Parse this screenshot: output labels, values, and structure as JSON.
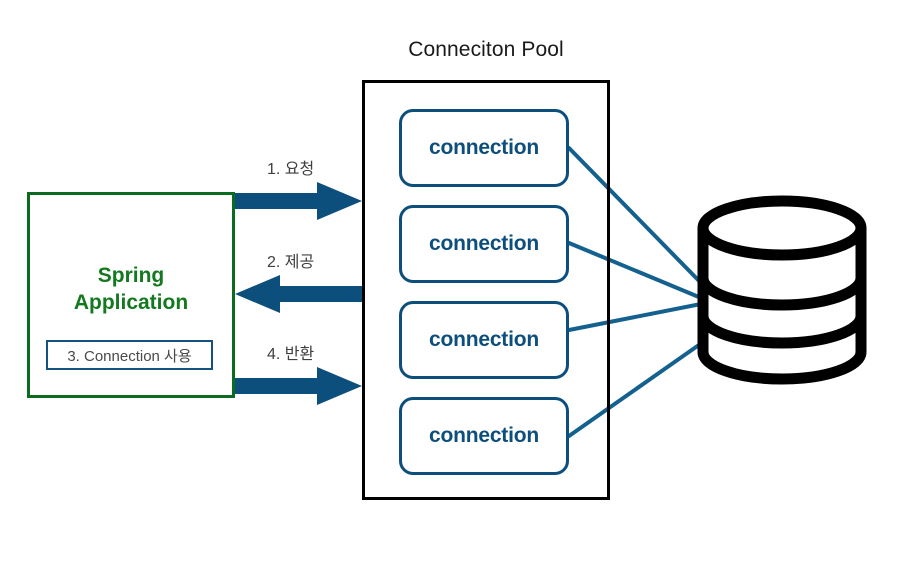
{
  "diagram": {
    "title": "Conneciton Pool",
    "pool": {
      "label": "Conneciton Pool",
      "connections": [
        {
          "label": "connection"
        },
        {
          "label": "connection"
        },
        {
          "label": "connection"
        },
        {
          "label": "connection"
        }
      ]
    },
    "application": {
      "title_line1": "Spring",
      "title_line2": "Application",
      "inner_step": "3. Connection 사용"
    },
    "flows": [
      {
        "label": "1. 요청",
        "direction": "right"
      },
      {
        "label": "2. 제공",
        "direction": "left"
      },
      {
        "label": "4. 반환",
        "direction": "right"
      }
    ],
    "database": {
      "name": "database-cylinder"
    },
    "colors": {
      "app_border": "#0b6b1e",
      "app_text": "#12791f",
      "connection_blue": "#0d4f7c",
      "arrow_blue": "#0d4f7c",
      "pool_border": "#000000",
      "db_outline": "#000000",
      "label_text": "#3f3f3f",
      "background": "#ffffff"
    }
  }
}
